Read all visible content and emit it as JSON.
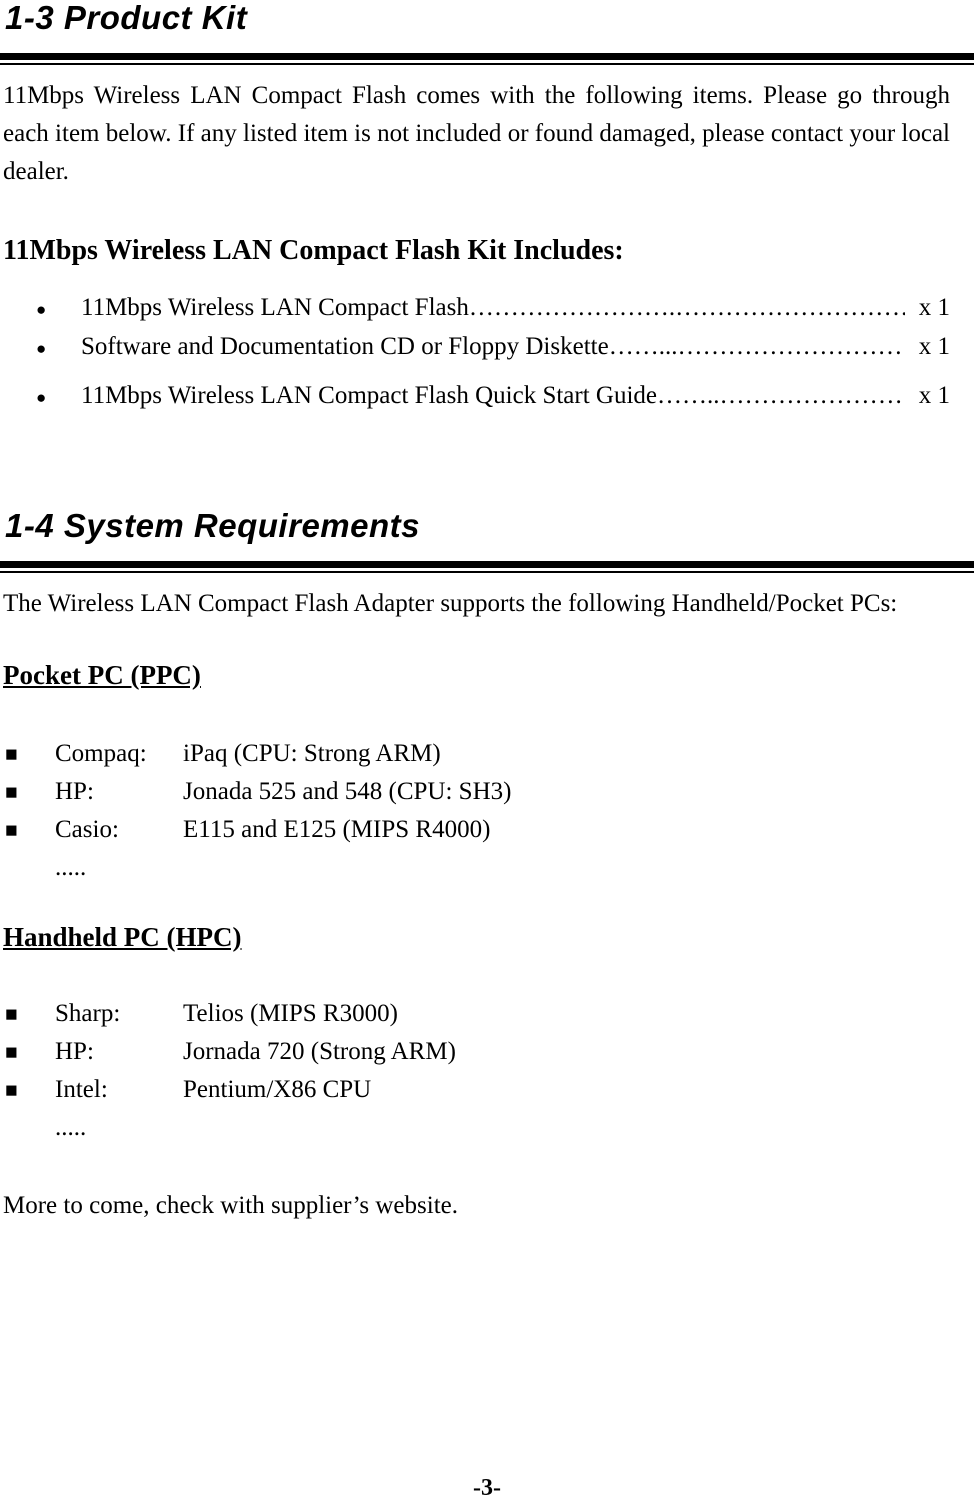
{
  "icons": {
    "round_bullet": "●",
    "square_bullet": "■"
  },
  "section1": {
    "title": "1-3 Product Kit",
    "intro": "11Mbps Wireless LAN Compact Flash comes with the following items.  Please go through each item below.  If any listed item is not included or found damaged, please contact your local dealer.",
    "kit_heading": "11Mbps Wireless LAN Compact Flash Kit Includes:",
    "kit_items": [
      {
        "label": "11Mbps Wireless LAN Compact Flash",
        "leader": "…………………….……………………………………",
        "qty": "x 1"
      },
      {
        "label": "Software and Documentation CD or Floppy Diskette",
        "leader": "……...…………………………………….",
        "qty": "x 1"
      },
      {
        "label": "11Mbps Wireless LAN Compact Flash Quick Start Guide",
        "leader": "……..…………………………….",
        "qty": "x 1"
      }
    ]
  },
  "section2": {
    "title": "1-4 System Requirements",
    "intro": "The Wireless LAN Compact Flash Adapter supports the following Handheld/Pocket PCs:",
    "groups": [
      {
        "heading": "Pocket PC (PPC)",
        "items": [
          {
            "brand": "Compaq:",
            "device": "iPaq (CPU: Strong ARM)"
          },
          {
            "brand": "HP:",
            "device": "Jonada 525 and 548 (CPU: SH3)"
          },
          {
            "brand": "Casio:",
            "device": "E115 and E125 (MIPS R4000)"
          }
        ],
        "more": "....."
      },
      {
        "heading": "Handheld PC (HPC)",
        "items": [
          {
            "brand": "Sharp:",
            "device": "Telios (MIPS R3000)"
          },
          {
            "brand": "HP:",
            "device": "Jornada 720 (Strong ARM)"
          },
          {
            "brand": "Intel:",
            "device": "Pentium/X86 CPU"
          }
        ],
        "more": "....."
      }
    ],
    "footer_note": "More to come, check with supplier’s website."
  },
  "page": {
    "number": "-3-"
  }
}
